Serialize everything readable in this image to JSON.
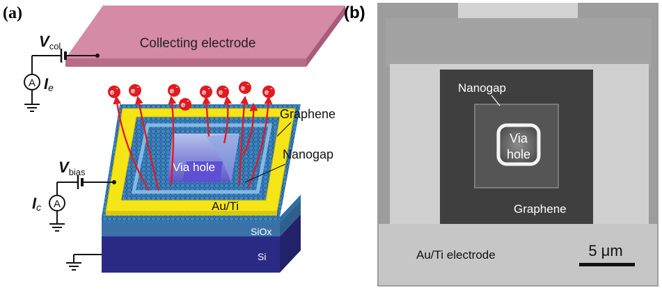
{
  "panel_a": {
    "label": "(a)",
    "collecting_electrode": "Collecting electrode",
    "v_col": {
      "main": "V",
      "sub": "col"
    },
    "i_e": {
      "main": "I",
      "sub": "e"
    },
    "ammeter_symbol": "A",
    "electron_symbol": "e",
    "electron_charge": "-",
    "graphene": "Graphene",
    "nanogap": "Nanogap",
    "via_hole": "Via hole",
    "au_ti": "Au/Ti",
    "siox": "SiOx",
    "si": "Si",
    "v_bias": {
      "main": "V",
      "sub": "bias"
    },
    "i_c": {
      "main": "I",
      "sub": "c"
    }
  },
  "panel_b": {
    "label": "(b)",
    "nanogap": "Nanogap",
    "via_hole_line1": "Via",
    "via_hole_line2": "hole",
    "graphene": "Graphene",
    "au_ti_electrode": "Au/Ti electrode",
    "scale_bar": "5 μm"
  },
  "colors": {
    "collecting_electrode": "#d58aa6",
    "gold": "#f6e516",
    "graphene_blue": "#3f86c1",
    "siox": "#3a72a8",
    "si": "#2b2b86",
    "electron_red": "#e11b22",
    "sem_dark": "#3d3d3d",
    "sem_light": "#cfcfcf"
  }
}
